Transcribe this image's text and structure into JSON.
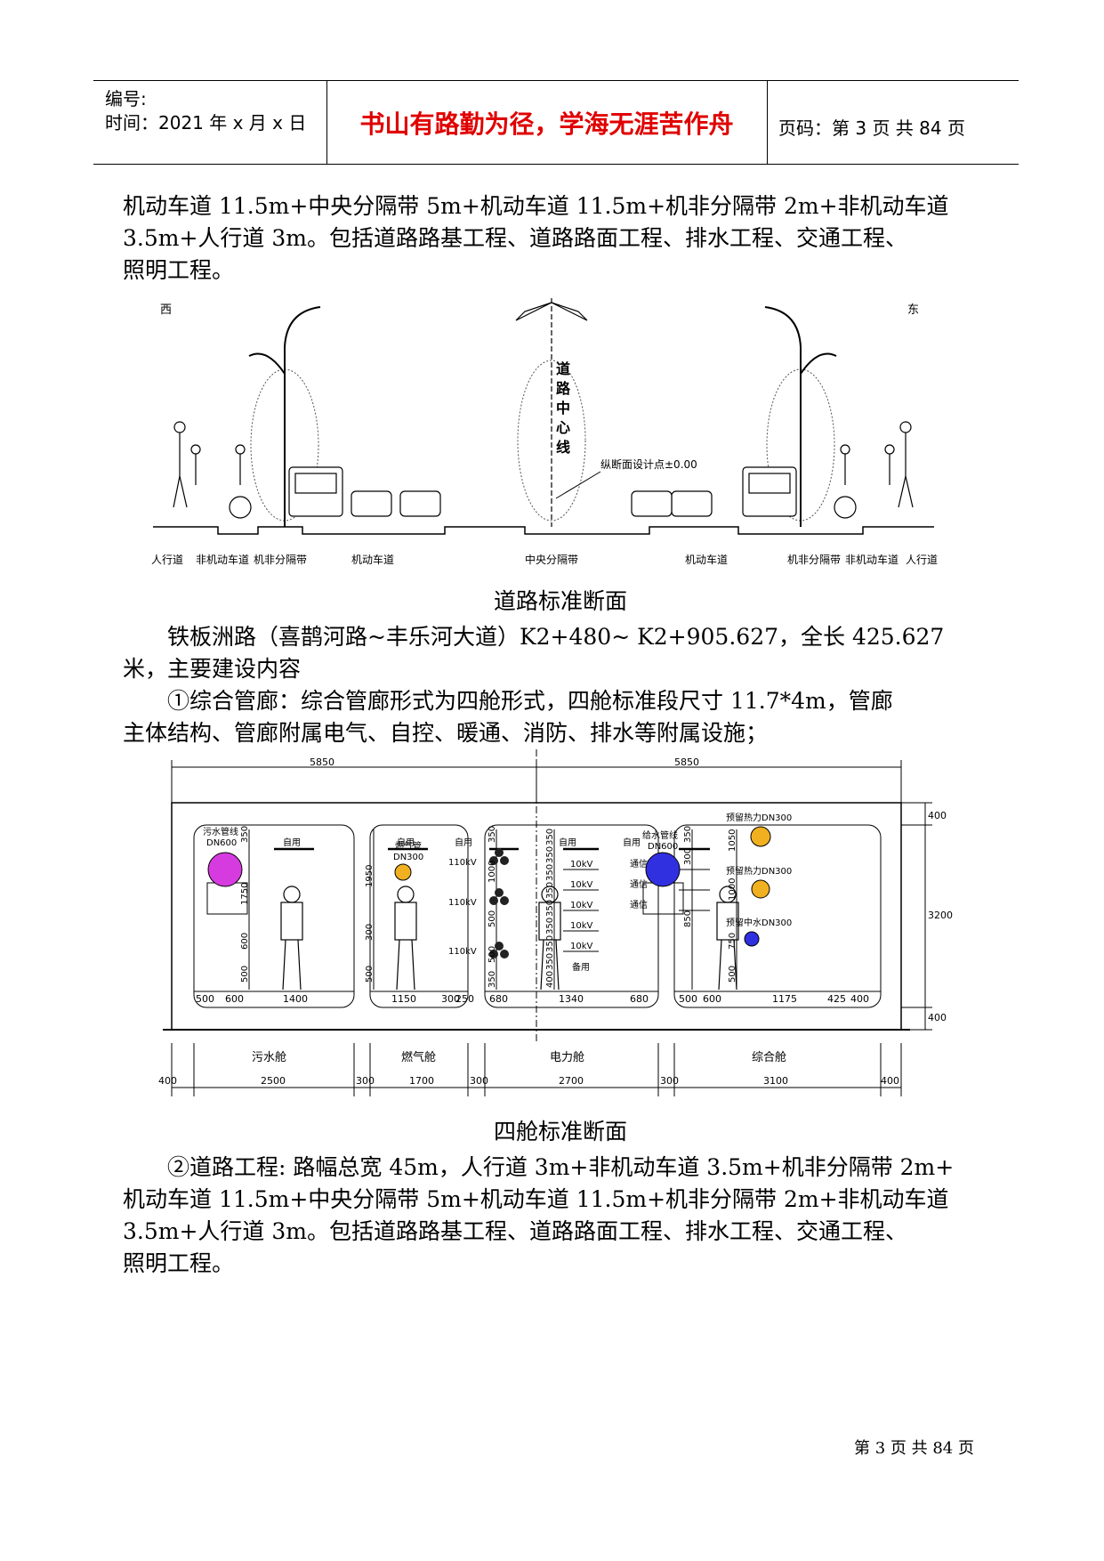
{
  "header": {
    "serial_label": "编号:",
    "time_label": "时间：2021 年 x 月 x 日",
    "motto": "书山有路勤为径，学海无涯苦作舟",
    "page_label": "页码：第 3 页  共 84 页"
  },
  "para1": [
    "机动车道 11.5m+中央分隔带 5m+机动车道 11.5m+机非分隔带 2m+非机动车道",
    "3.5m+人行道 3m。包括道路路基工程、道路路面工程、排水工程、交通工程、",
    "照明工程。"
  ],
  "figure1": {
    "west": "西",
    "east": "东",
    "centerline": [
      "道",
      "路",
      "中",
      "心",
      "线"
    ],
    "design_point": "纵断面设计点±0.00",
    "labels": [
      "人行道",
      "非机动车道",
      "机非分隔带",
      "机动车道",
      "中央分隔带",
      "机动车道",
      "机非分隔带",
      "非机动车道",
      "人行道"
    ],
    "caption": "道路标准断面"
  },
  "para2": [
    "铁板洲路（喜鹊河路~丰乐河大道）K2+480~ K2+905.627，全长 425.627",
    "米，主要建设内容"
  ],
  "para3": [
    "①综合管廊：综合管廊形式为四舱形式，四舱标准段尺寸 11.7*4m，管廊",
    "主体结构、管廊附属电气、自控、暖通、消防、排水等附属设施；"
  ],
  "figure2": {
    "top_dims": [
      "5850",
      "5850"
    ],
    "right_dims": [
      "400",
      "3200",
      "400"
    ],
    "cabins": [
      "污水舱",
      "燃气舱",
      "电力舱",
      "综合舱"
    ],
    "bottom_dims": [
      "400",
      "2500",
      "300",
      "1700",
      "300",
      "2700",
      "300",
      "3100",
      "400"
    ],
    "inner_dims": [
      "500",
      "600",
      "1400",
      "1150",
      "300",
      "250",
      "680",
      "1340",
      "680",
      "500",
      "600",
      "1175",
      "425",
      "400"
    ],
    "vertical_dims_1": [
      "350",
      "1750",
      "600",
      "500"
    ],
    "vertical_dims_2": [
      "1950",
      "300",
      "500"
    ],
    "vertical_dims_3": [
      "350",
      "1000",
      "500",
      "500",
      "350"
    ],
    "vertical_dims_3b": [
      "350",
      "350",
      "350",
      "350",
      "350",
      "350",
      "350",
      "350",
      "400"
    ],
    "vertical_dims_4": [
      "350",
      "300",
      "1050",
      "1000",
      "850",
      "750",
      "500"
    ],
    "self_use": "自用",
    "sewage_pipe": [
      "污水管线",
      "DN600"
    ],
    "gas_pipe": [
      "燃气管",
      "DN300"
    ],
    "water_pipe": [
      "给水管线",
      "DN600"
    ],
    "hv_label": "110kV",
    "kv_label": "10kV",
    "spare": "备用",
    "comm": "通信",
    "reserve_heat_1": "预留热力DN300",
    "reserve_heat_2": "预留热力DN300",
    "reserve_water": "预留中水DN300",
    "caption": "四舱标准断面",
    "colors": {
      "sewage": "#d63be0",
      "gas": "#f0b020",
      "water": "#3030e0"
    }
  },
  "para4": [
    "②道路工程: 路幅总宽 45m，人行道 3m+非机动车道 3.5m+机非分隔带 2m+",
    "机动车道 11.5m+中央分隔带 5m+机动车道 11.5m+机非分隔带 2m+非机动车道",
    "3.5m+人行道 3m。包括道路路基工程、道路路面工程、排水工程、交通工程、",
    "照明工程。"
  ],
  "footer": "第 3 页 共 84 页"
}
